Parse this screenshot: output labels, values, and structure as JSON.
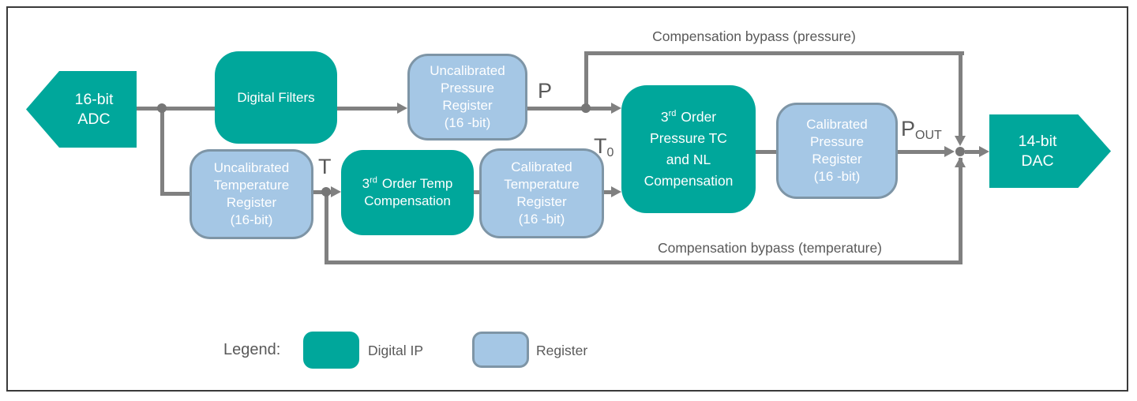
{
  "diagram": {
    "nodes": {
      "adc": {
        "lines": [
          "16-bit",
          "ADC"
        ]
      },
      "digital_filters": {
        "label": "Digital Filters"
      },
      "uncal_pressure_reg": {
        "lines": [
          "Uncalibrated",
          "Pressure",
          "Register",
          "(16 -bit)"
        ]
      },
      "uncal_temp_reg": {
        "lines": [
          "Uncalibrated",
          "Temperature",
          "Register",
          "(16-bit)"
        ]
      },
      "temp_comp": {
        "ordinal_base": "3",
        "ordinal_sup": "rd",
        "line1_rest": "Order Temp",
        "line2": "Compensation"
      },
      "cal_temp_reg": {
        "lines": [
          "Calibrated",
          "Temperature",
          "Register",
          "(16 -bit)"
        ]
      },
      "pressure_comp": {
        "ordinal_base": "3",
        "ordinal_sup": "rd",
        "line1_rest": "Order",
        "line2": "Pressure TC",
        "line3": "and NL",
        "line4": "Compensation"
      },
      "cal_pressure_reg": {
        "lines": [
          "Calibrated",
          "Pressure",
          "Register",
          "(16 -bit)"
        ]
      },
      "dac": {
        "lines": [
          "14-bit",
          "DAC"
        ]
      }
    },
    "signal_labels": {
      "p": "P",
      "t": "T",
      "t0_base": "T",
      "t0_sub": "0",
      "pout_base": "P",
      "pout_sub": "OUT"
    },
    "bypass_labels": {
      "pressure": "Compensation bypass (pressure)",
      "temperature": "Compensation bypass (temperature)"
    },
    "legend": {
      "title": "Legend:",
      "items": [
        {
          "label": "Digital IP",
          "type": "digital-ip"
        },
        {
          "label": "Register",
          "type": "register"
        }
      ]
    },
    "colors": {
      "digital_ip_fill": "#00A79B",
      "register_fill": "#A5C7E5",
      "register_border": "#7E95A6",
      "connector": "#808080",
      "label_text": "#595959",
      "block_text": "#FFFFFF",
      "frame_border": "#3A3A3A"
    }
  }
}
